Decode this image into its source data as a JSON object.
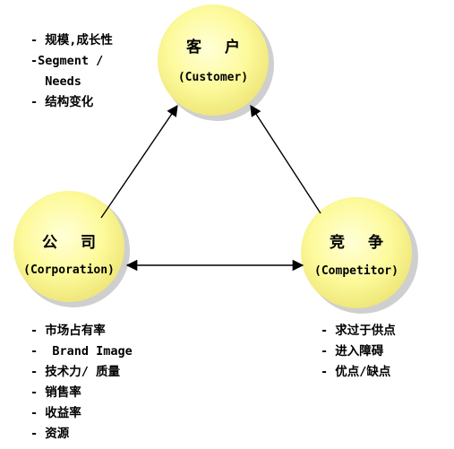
{
  "nodes": {
    "customer": {
      "title": "客 户",
      "subtitle": "(Customer)",
      "color": "#fdfa9b"
    },
    "company": {
      "title": "公 司",
      "subtitle": "(Corporation)",
      "color": "#fdfa9b"
    },
    "competitor": {
      "title": "竞 争",
      "subtitle": "(Competitor)",
      "color": "#fdfa9b"
    }
  },
  "lists": {
    "customer": [
      "- 规模,成长性",
      "-Segment /",
      "  Needs",
      "- 结构变化"
    ],
    "company": [
      "- 市场占有率",
      "-  Brand Image",
      "- 技术力/ 质量",
      "- 销售率",
      "- 收益率",
      "- 资源"
    ],
    "competitor": [
      "- 求过于供点",
      "- 进入障碍",
      "- 优点/缺点"
    ]
  },
  "colors": {
    "circle_fill": "#fdfa9b",
    "circle_shadow": "#c8c8c8",
    "arrow": "#000000"
  }
}
